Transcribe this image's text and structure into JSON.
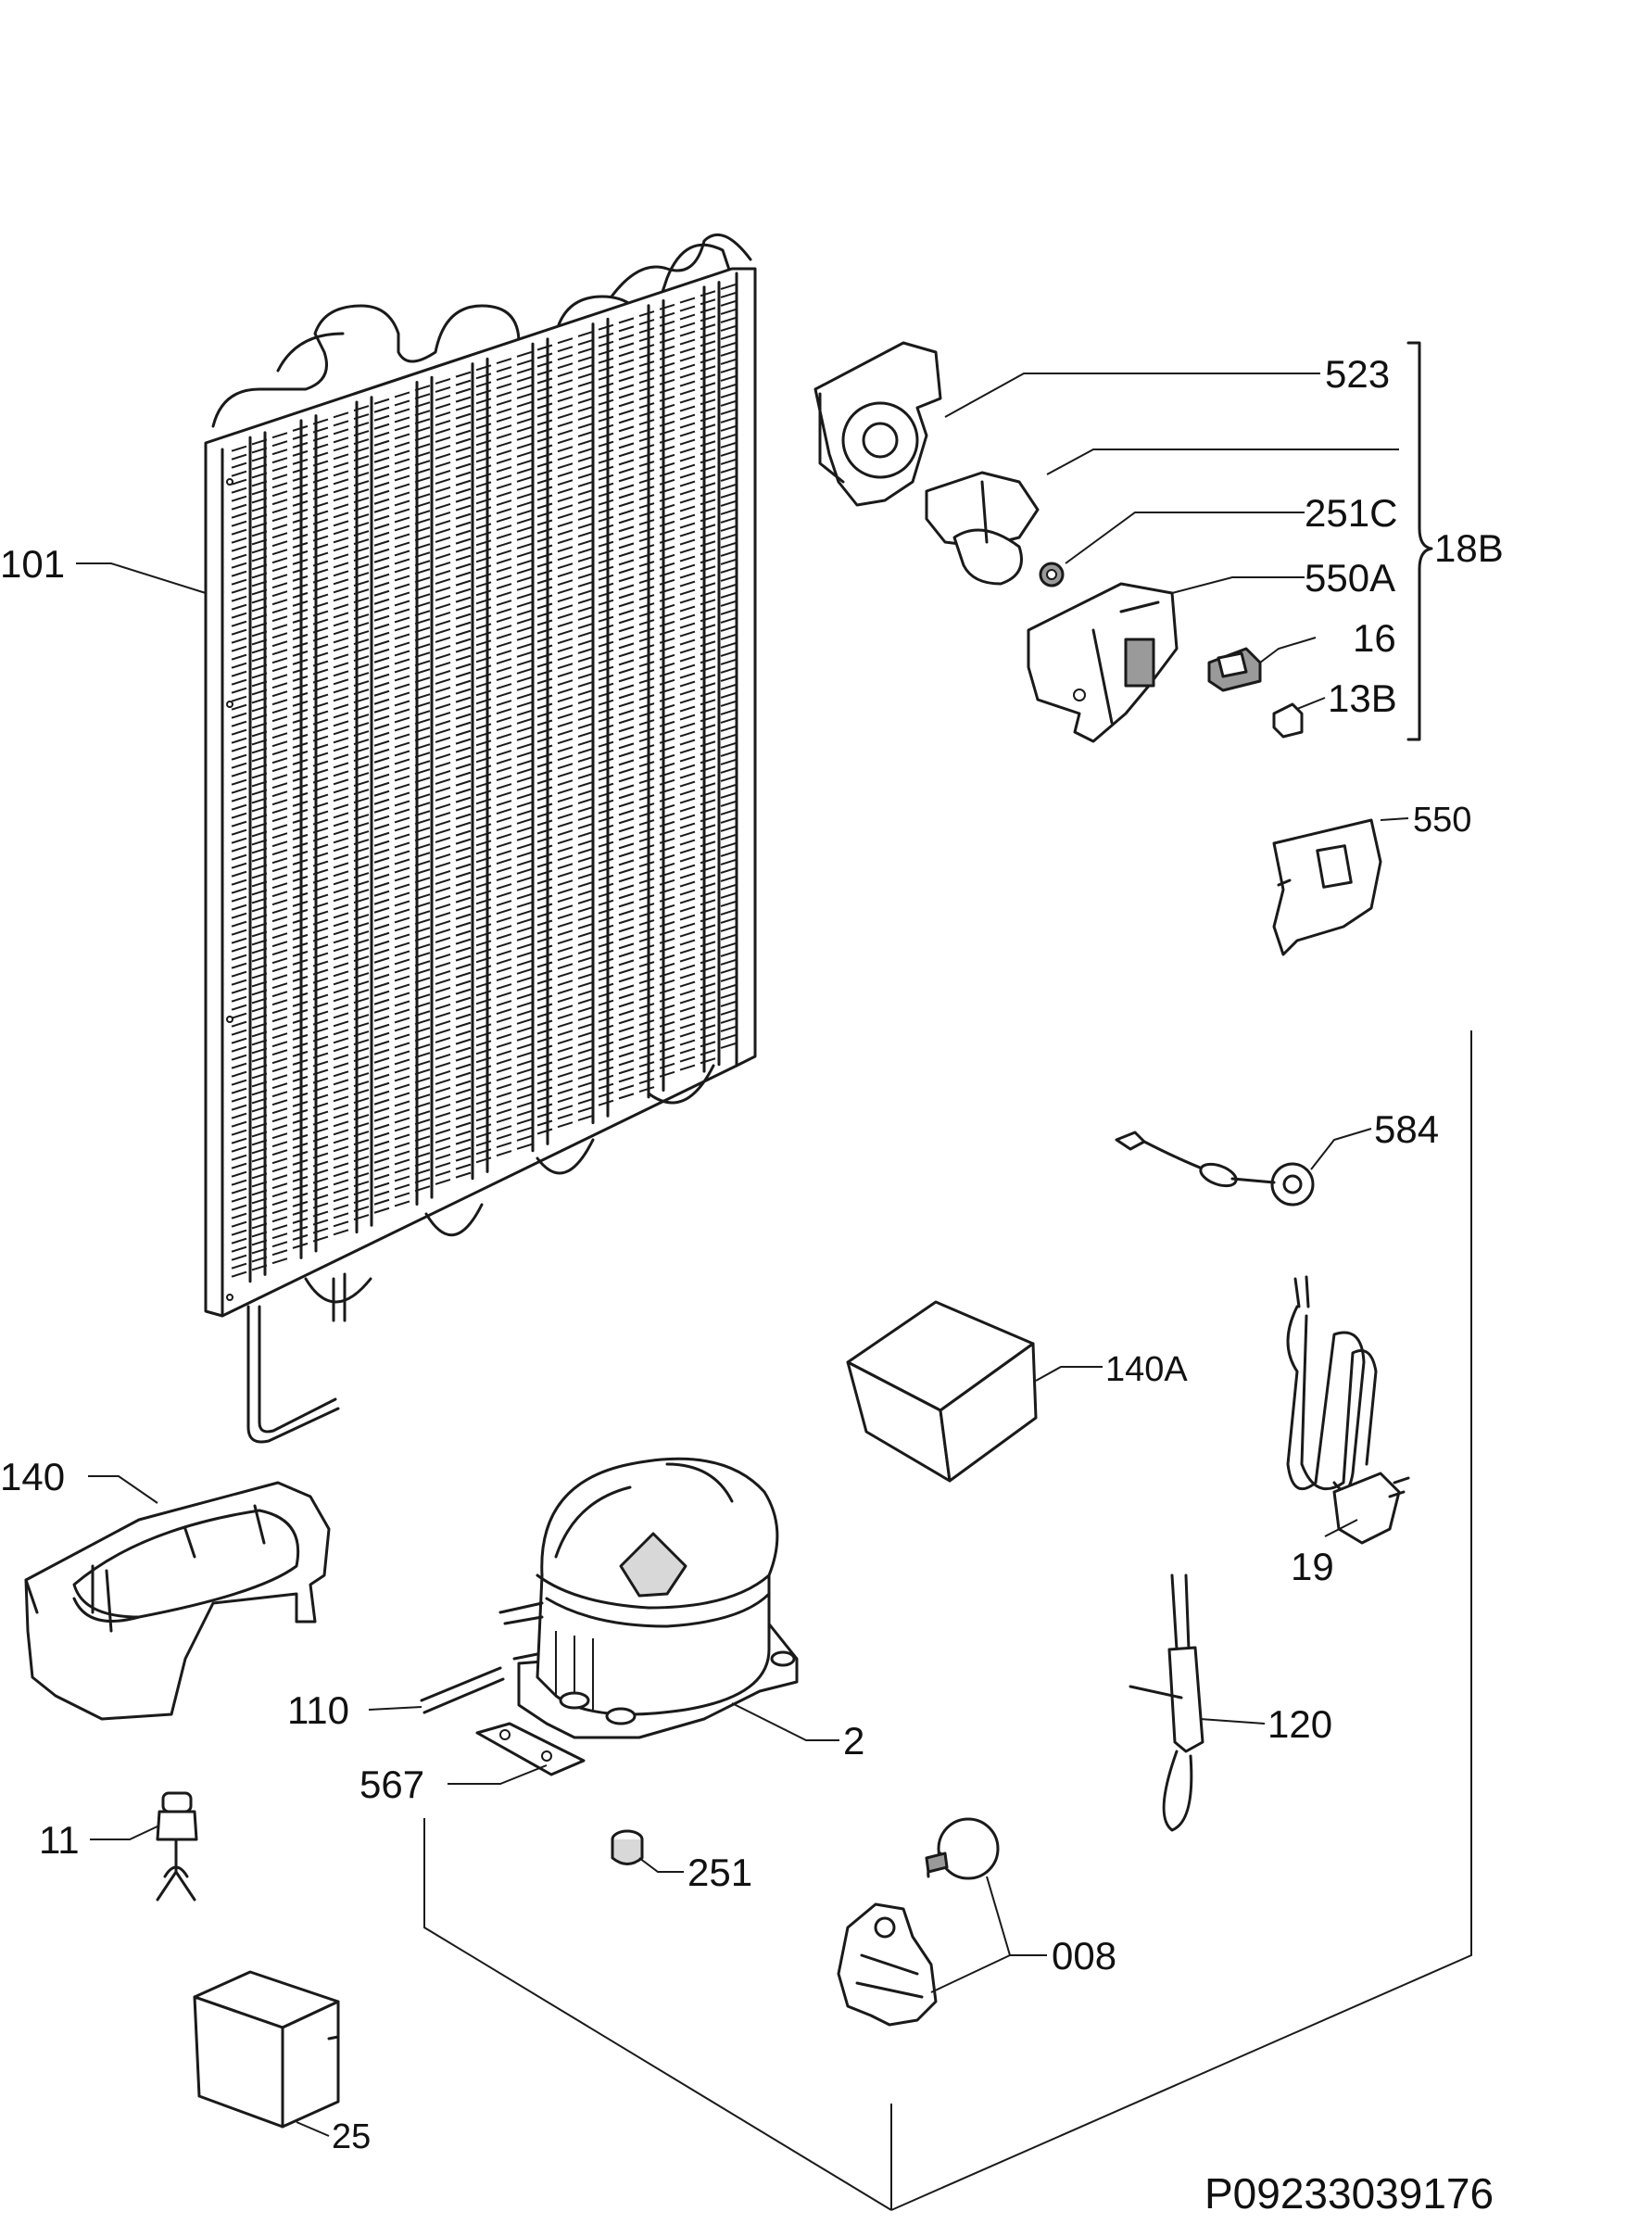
{
  "diagram_code": "P09233039176",
  "parts": {
    "p101": "101",
    "p523": "523",
    "p251c": "251C",
    "p550a": "550A",
    "p16": "16",
    "p13b": "13B",
    "p18b": "18B",
    "p550": "550",
    "p584": "584",
    "p140a": "140A",
    "p19": "19",
    "p140": "140",
    "p110": "110",
    "p2": "2",
    "p120": "120",
    "p567": "567",
    "p11": "11",
    "p251": "251",
    "p008": "008",
    "p25": "25"
  }
}
